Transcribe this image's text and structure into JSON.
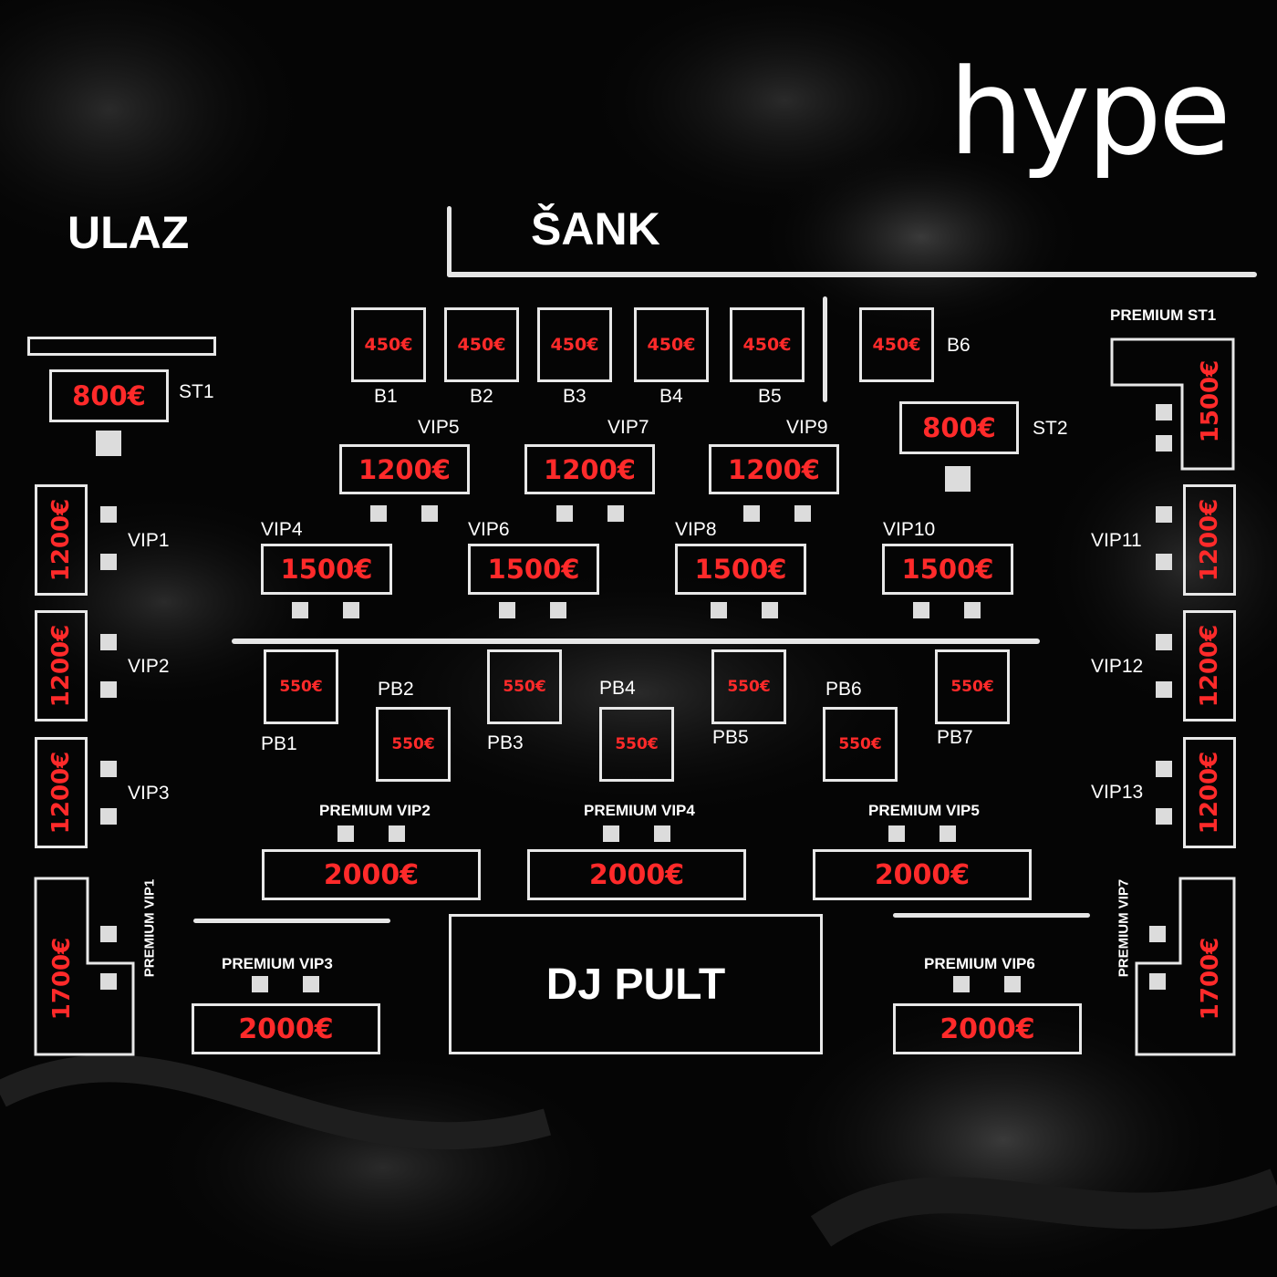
{
  "brand": {
    "logo": "hype"
  },
  "labels": {
    "entrance": "ULAZ",
    "bar": "ŠANK",
    "dj": "DJ PULT"
  },
  "colors": {
    "background": "#050505",
    "outline": "#e8e8e8",
    "price": "#ff2a2a",
    "text": "#ffffff"
  },
  "bar_tables": [
    {
      "id": "B1",
      "price": "450€"
    },
    {
      "id": "B2",
      "price": "450€"
    },
    {
      "id": "B3",
      "price": "450€"
    },
    {
      "id": "B4",
      "price": "450€"
    },
    {
      "id": "B5",
      "price": "450€"
    },
    {
      "id": "B6",
      "price": "450€"
    }
  ],
  "standing": [
    {
      "id": "ST1",
      "price": "800€"
    },
    {
      "id": "ST2",
      "price": "800€"
    }
  ],
  "vip_inner": [
    {
      "id": "VIP5",
      "price": "1200€"
    },
    {
      "id": "VIP7",
      "price": "1200€"
    },
    {
      "id": "VIP9",
      "price": "1200€"
    },
    {
      "id": "VIP4",
      "price": "1500€"
    },
    {
      "id": "VIP6",
      "price": "1500€"
    },
    {
      "id": "VIP8",
      "price": "1500€"
    },
    {
      "id": "VIP10",
      "price": "1500€"
    }
  ],
  "vip_side": [
    {
      "id": "VIP1",
      "price": "1200€"
    },
    {
      "id": "VIP2",
      "price": "1200€"
    },
    {
      "id": "VIP3",
      "price": "1200€"
    },
    {
      "id": "VIP11",
      "price": "1200€"
    },
    {
      "id": "VIP12",
      "price": "1200€"
    },
    {
      "id": "VIP13",
      "price": "1200€"
    }
  ],
  "pb": [
    {
      "id": "PB1",
      "price": "550€"
    },
    {
      "id": "PB2",
      "price": "550€"
    },
    {
      "id": "PB3",
      "price": "550€"
    },
    {
      "id": "PB4",
      "price": "550€"
    },
    {
      "id": "PB5",
      "price": "550€"
    },
    {
      "id": "PB6",
      "price": "550€"
    },
    {
      "id": "PB7",
      "price": "550€"
    }
  ],
  "premium": [
    {
      "id": "PREMIUM ST1",
      "price": "1500€"
    },
    {
      "id": "PREMIUM VIP1",
      "price": "1700€"
    },
    {
      "id": "PREMIUM VIP2",
      "price": "2000€"
    },
    {
      "id": "PREMIUM VIP3",
      "price": "2000€"
    },
    {
      "id": "PREMIUM VIP4",
      "price": "2000€"
    },
    {
      "id": "PREMIUM VIP5",
      "price": "2000€"
    },
    {
      "id": "PREMIUM VIP6",
      "price": "2000€"
    },
    {
      "id": "PREMIUM VIP7",
      "price": "1700€"
    }
  ]
}
